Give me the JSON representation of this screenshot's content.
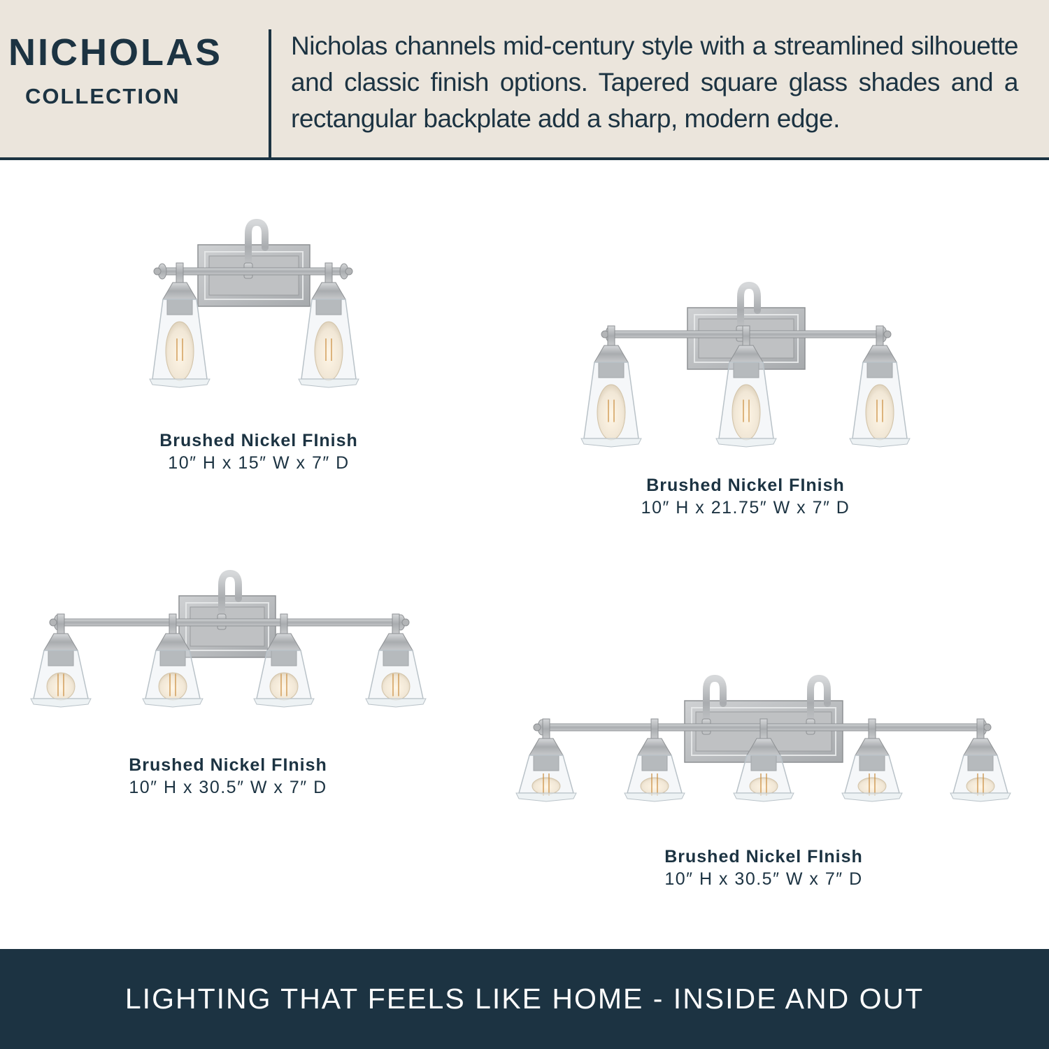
{
  "header": {
    "title": "NICHOLAS",
    "subtitle": "COLLECTION",
    "description": "Nicholas channels mid-century style with a streamlined silhouette and classic finish options. Tapered square glass shades and a rectangular backplate add a sharp, modern edge."
  },
  "products": [
    {
      "finish": "Brushed Nickel FInish",
      "dimensions": "10″ H x 15″ W x 7″ D",
      "lights": 2
    },
    {
      "finish": "Brushed Nickel FInish",
      "dimensions": "10″ H x 21.75″ W x 7″ D",
      "lights": 3
    },
    {
      "finish": "Brushed Nickel FInish",
      "dimensions": "10″ H x 30.5″ W x 7″ D",
      "lights": 4
    },
    {
      "finish": "Brushed Nickel FInish",
      "dimensions": "10″ H x 30.5″ W x 7″ D",
      "lights": 5
    }
  ],
  "footer": {
    "tagline": "LIGHTING THAT FEELS LIKE HOME - INSIDE AND OUT"
  },
  "colors": {
    "navy": "#1c3342",
    "beige": "#ebe5dc",
    "nickel": "#b9bbbd"
  }
}
